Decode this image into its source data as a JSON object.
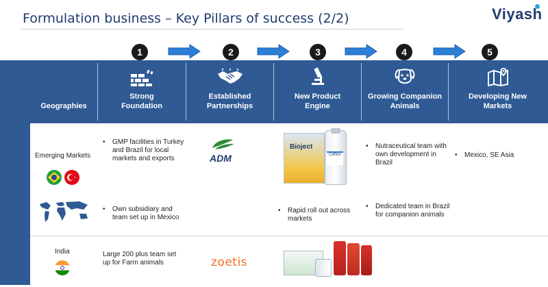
{
  "header": {
    "title": "Formulation business – Key Pillars of success (2/2)",
    "logo": "Viyash"
  },
  "steps": [
    "1",
    "2",
    "3",
    "4",
    "5"
  ],
  "columns": {
    "geographies": "Geographies",
    "pillars": [
      {
        "label": "Strong Foundation",
        "icon": "brick-wall-icon"
      },
      {
        "label": "Established Partnerships",
        "icon": "handshake-icon"
      },
      {
        "label": "New Product Engine",
        "icon": "microscope-icon"
      },
      {
        "label": "Growing Companion Animals",
        "icon": "dog-icon"
      },
      {
        "label": "Developing New Markets",
        "icon": "map-pin-icon"
      }
    ]
  },
  "rows": {
    "emerging": {
      "label": "Emerging Markets",
      "foundation": "GMP facilities in Turkey and Brazil for local markets and exports",
      "partner_logo": "ADM",
      "companion": "Nutraceutical team with own development in Brazil",
      "markets": "Mexico, SE Asia",
      "product_labels": [
        "Bioject",
        "Cefton"
      ]
    },
    "mexico": {
      "foundation": "Own subsidiary and team set up in Mexico",
      "product": "Rapid roll out across markets",
      "companion": "Dedicated team in Brazil for companion animals"
    },
    "india": {
      "label": "India",
      "foundation": "Large 200 plus team set up for Farm animals",
      "partner_logo": "zoetis"
    }
  },
  "colors": {
    "band": "#2f5a94",
    "title": "#1f3b6e",
    "arrow": "#2b7fd6",
    "adm_green": "#2e8b3a",
    "zoetis_orange": "#f26b21"
  }
}
